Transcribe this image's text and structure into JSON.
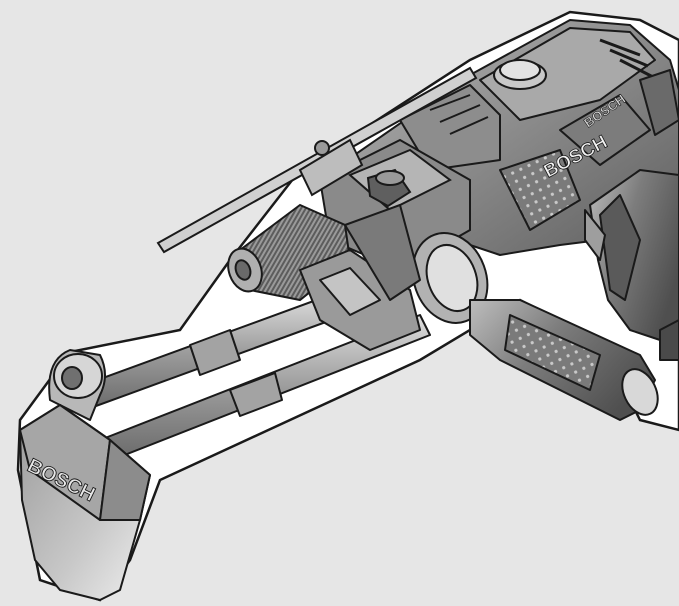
{
  "illustration": {
    "subject": "power-drill-with-dust-extraction-attachment",
    "brand_text_housing": "BOSCH",
    "brand_text_attachment": "BOSCH",
    "colors": {
      "background": "#e6e6e6",
      "outline": "#1a1a1a",
      "halo": "#ffffff",
      "body_dark": "#6e6e6e",
      "body_mid": "#9a9a9a",
      "body_light": "#c4c4c4",
      "highlight": "#eeeeee"
    }
  }
}
